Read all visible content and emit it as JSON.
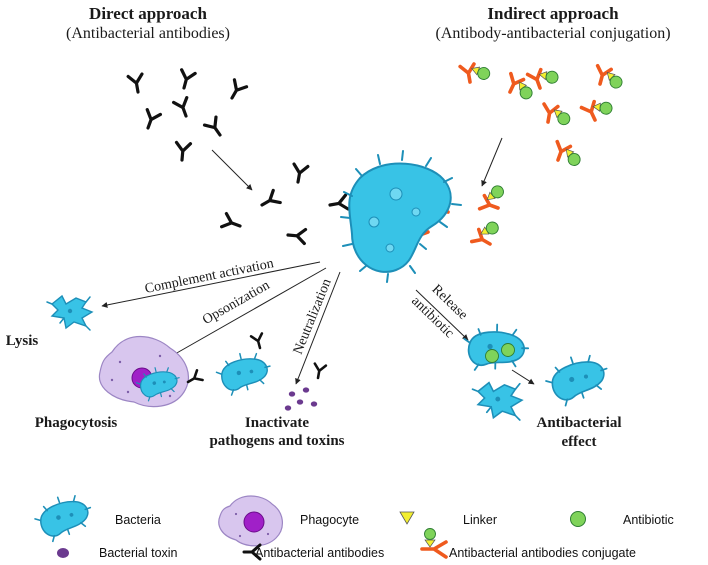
{
  "direct": {
    "title": "Direct approach",
    "subtitle": "(Antibacterial antibodies)"
  },
  "indirect": {
    "title": "Indirect approach",
    "subtitle": "(Antibody-antibacterial conjugation)"
  },
  "mechanisms": {
    "complement": "Complement activation",
    "opsonization": "Opsonization",
    "neutralization": "Neutralization",
    "release_1": "Release",
    "release_2": "antibiotic"
  },
  "outcomes": {
    "lysis": "Lysis",
    "phagocytosis": "Phagocytosis",
    "inactivate_1": "Inactivate",
    "inactivate_2": "pathogens and toxins",
    "effect_1": "Antibacterial",
    "effect_2": "effect"
  },
  "legend": {
    "bacteria": "Bacteria",
    "phagocyte": "Phagocyte",
    "linker": "Linker",
    "antibiotic": "Antibiotic",
    "toxin": "Bacterial toxin",
    "antibodies": "Antibacterial antibodies",
    "conjugate": "Antibacterial antibodies conjugate"
  },
  "colors": {
    "bacteria": "#38c3e6",
    "bacteria_dark": "#1d8fb8",
    "antibody": "#111111",
    "conjugate": "#ef5a1e",
    "linker": "#f2ee30",
    "antibiotic": "#7fd35a",
    "toxin": "#6b3a8f",
    "phagocyte": "#d8c6ee",
    "nucleus": "#a020c8"
  }
}
